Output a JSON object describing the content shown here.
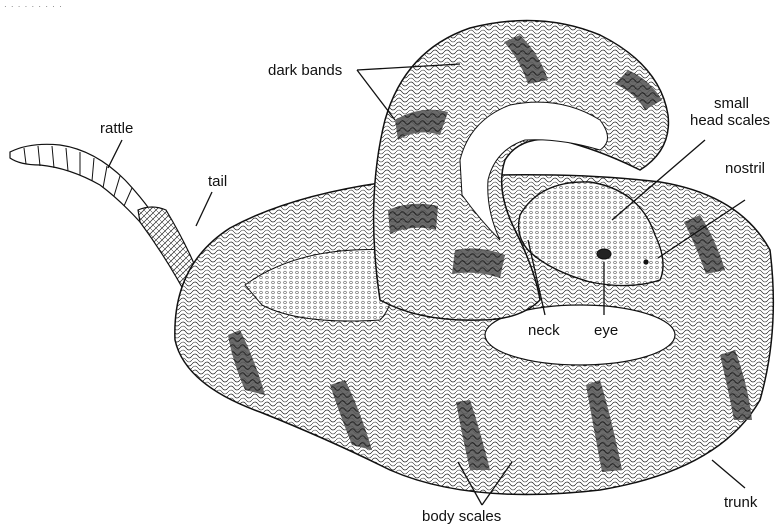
{
  "labels": {
    "dark_bands": "dark bands",
    "rattle": "rattle",
    "tail": "tail",
    "small_head_scales_line1": "small",
    "small_head_scales_line2": "head scales",
    "nostril": "nostril",
    "neck": "neck",
    "eye": "eye",
    "trunk": "trunk",
    "body_scales": "body scales"
  },
  "colors": {
    "ink": "#111111",
    "paper": "#ffffff",
    "band": "#3a3a3a"
  }
}
